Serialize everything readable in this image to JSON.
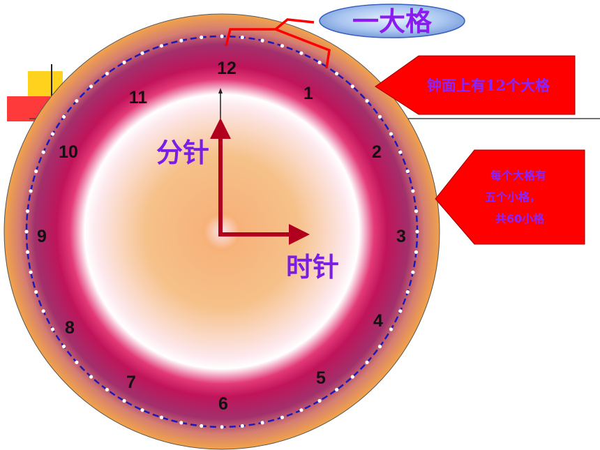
{
  "title_bubble": {
    "text": "一大格"
  },
  "callouts": {
    "big_divisions": "钟面上有12个大格",
    "small_divisions": [
      "每个大格有",
      "五个小格，",
      "共60小格"
    ]
  },
  "hands": {
    "minute_label": "分针",
    "hour_label": "时针"
  },
  "clock": {
    "numbers": [
      "12",
      "1",
      "2",
      "3",
      "4",
      "5",
      "6",
      "7",
      "8",
      "9",
      "10",
      "11"
    ],
    "big_divisions_count": 12,
    "small_divisions_count": 60
  },
  "colors": {
    "callout_fill": "#ff0000",
    "label_purple": "#7a1ee6",
    "hand_color": "#b0001e",
    "dash_blue": "#1a1ab8"
  }
}
